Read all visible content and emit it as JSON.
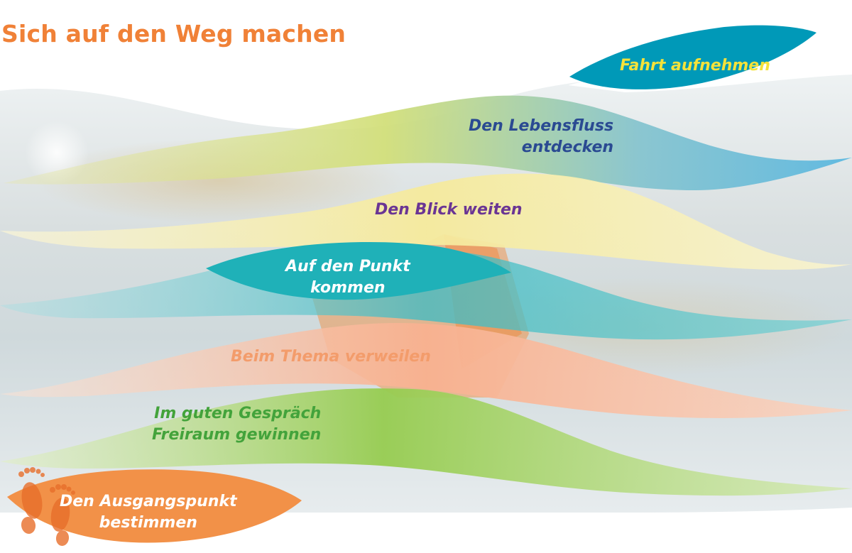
{
  "title": "Sich auf den Weg machen",
  "colors": {
    "title": "#f08137",
    "water_light": "#e9eef0",
    "water_mid": "#c8d6db",
    "sand": "#d9c9a6",
    "boat": "#f28a3a",
    "teal": "#0096b7",
    "teal_light": "#27b4bc",
    "lime": "#c5d86a",
    "blue_light": "#73bfe0",
    "yellow": "#f6eba3",
    "salmon": "#f9b493",
    "green": "#8cc63f",
    "orange": "#f29148",
    "label_yellow": "#f4e23a",
    "label_navy": "#2a4a92",
    "label_purple": "#6a3594",
    "label_white": "#ffffff",
    "label_salmon": "#f39c6b",
    "label_green": "#43a33b"
  },
  "steps": [
    {
      "id": "fahrt",
      "lines": [
        "Fahrt aufnehmen"
      ]
    },
    {
      "id": "lebensfluss",
      "lines": [
        "Den Lebensfluss",
        "entdecken"
      ]
    },
    {
      "id": "blick",
      "lines": [
        "Den Blick weiten"
      ]
    },
    {
      "id": "punkt",
      "lines": [
        "Auf den Punkt",
        "kommen"
      ]
    },
    {
      "id": "thema",
      "lines": [
        "Beim Thema verweilen"
      ]
    },
    {
      "id": "gespraech",
      "lines": [
        "Im guten Gespräch",
        "Freiraum gewinnen"
      ]
    },
    {
      "id": "ausgang",
      "lines": [
        "Den Ausgangspunkt",
        "bestimmen"
      ]
    }
  ],
  "icons": [
    "footprints-icon"
  ]
}
